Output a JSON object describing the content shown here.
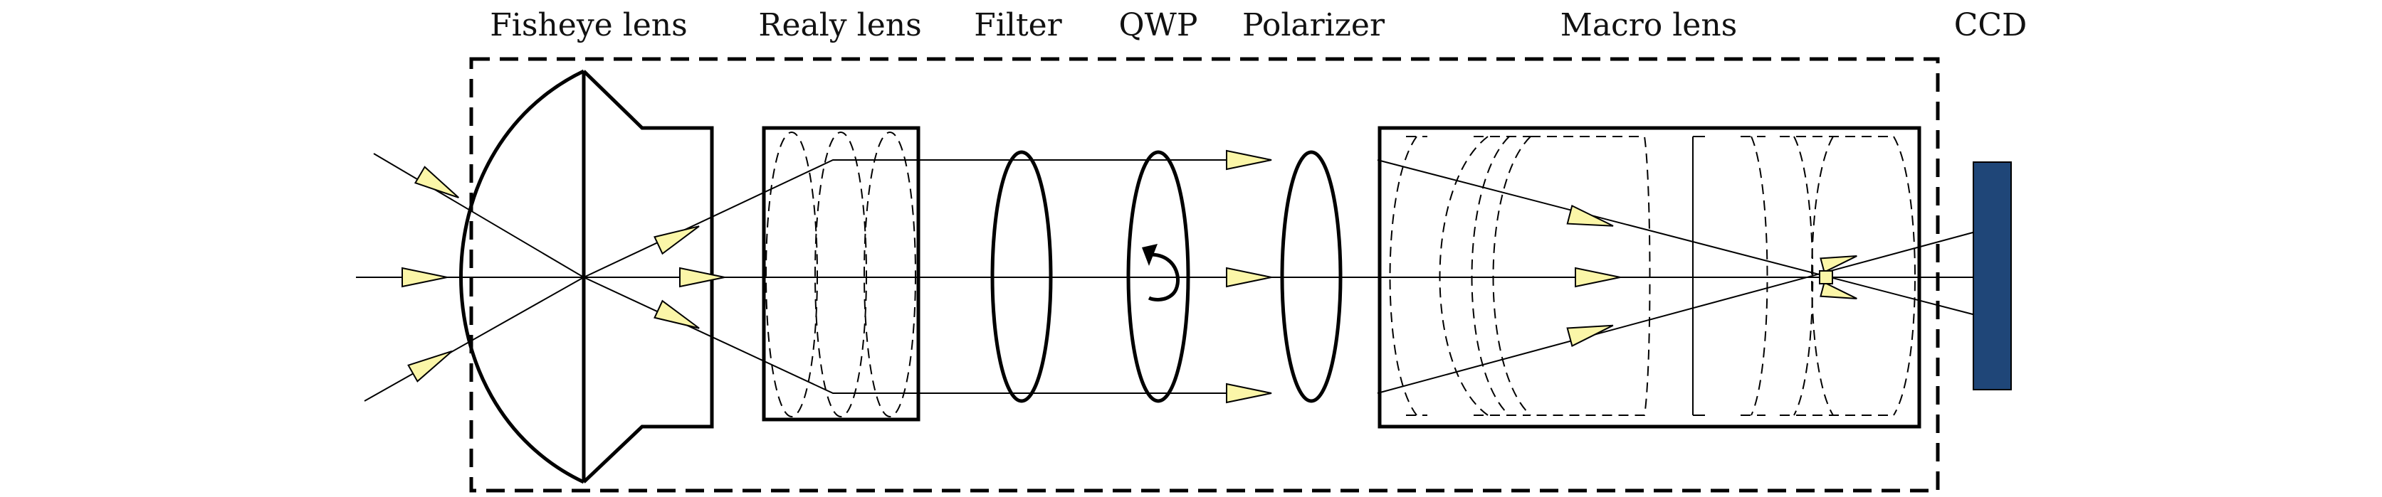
{
  "labels": {
    "fisheye_lens": "Fisheye lens",
    "relay_lens": "Realy lens",
    "filter": "Filter",
    "qwp": "QWP",
    "polarizer": "Polarizer",
    "macro_lens": "Macro lens",
    "ccd": "CCD"
  },
  "colors": {
    "line": "#000000",
    "arrow_fill": "#fbf6a8",
    "ccd_fill": "#1f4678"
  },
  "icons": {
    "arrow": "triangle-arrow-icon",
    "rotation": "circular-arrow-icon"
  }
}
